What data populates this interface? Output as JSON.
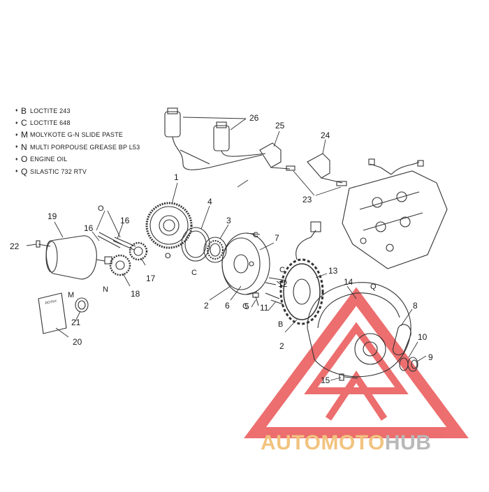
{
  "legend": [
    {
      "code": "B",
      "text": "LOCTITE 243"
    },
    {
      "code": "C",
      "text": "LOCTITE 648"
    },
    {
      "code": "M",
      "text": "MOLYKOTE G-N SLIDE PASTE"
    },
    {
      "code": "N",
      "text": "MULTI PORPOUSE GREASE BP L53"
    },
    {
      "code": "O",
      "text": "ENGINE OIL"
    },
    {
      "code": "Q",
      "text": "SILASTIC 732 RTV"
    }
  ],
  "drop_symbol": "♦",
  "callouts": [
    "1",
    "2",
    "3",
    "4",
    "5",
    "6",
    "7",
    "8",
    "9",
    "10",
    "11",
    "12",
    "13",
    "14",
    "15",
    "16",
    "17",
    "18",
    "19",
    "20",
    "21",
    "22",
    "23",
    "24",
    "25",
    "26",
    "2",
    "16",
    "2"
  ],
  "material_marks": [
    "O",
    "O",
    "C",
    "C",
    "C",
    "C",
    "B",
    "M",
    "N",
    "Q"
  ],
  "manual_label": "ROTAX",
  "watermark": {
    "part1": "AUTOMOTO",
    "part2": "HUB",
    "color_part1": "#f2c37f",
    "color_part2": "#b9b9b9",
    "triangle_color": "#e84b4b"
  },
  "colors": {
    "line": "#333333",
    "background": "#ffffff"
  }
}
